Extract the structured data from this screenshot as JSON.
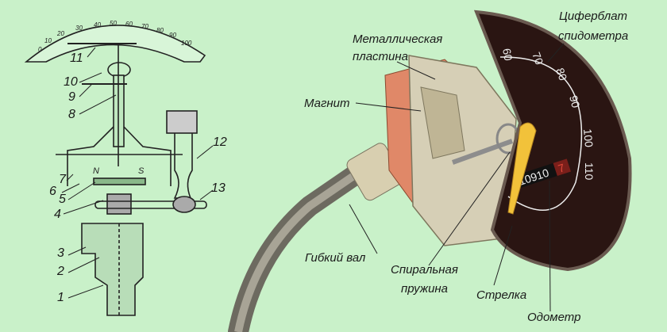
{
  "left_diagram": {
    "scale_labels": [
      "0",
      "10",
      "20",
      "30",
      "40",
      "50",
      "60",
      "70",
      "80",
      "90",
      "100"
    ],
    "magnet_poles": [
      "N",
      "S"
    ],
    "part_numbers": [
      "1",
      "2",
      "3",
      "4",
      "5",
      "6",
      "7",
      "8",
      "9",
      "10",
      "11",
      "12",
      "13"
    ]
  },
  "right_diagram": {
    "labels": {
      "metal_plate": [
        "Металлическая",
        "пластина"
      ],
      "magnet": "Магнит",
      "dial": [
        "Циферблат",
        "спидометра"
      ],
      "flexible_shaft": "Гибкий вал",
      "spiral_spring": [
        "Спиральная",
        "пружина"
      ],
      "needle": "Стрелка",
      "odometer": "Одометр"
    },
    "dial_scale": [
      "60",
      "70",
      "80",
      "90",
      "100",
      "110"
    ],
    "odometer_reading": "10910",
    "odometer_last_digit": "7"
  },
  "colors": {
    "background": "#c9f1c9",
    "dial": "#2a1512",
    "needle": "#f2c23a",
    "odometer_red": "#c0302a"
  }
}
